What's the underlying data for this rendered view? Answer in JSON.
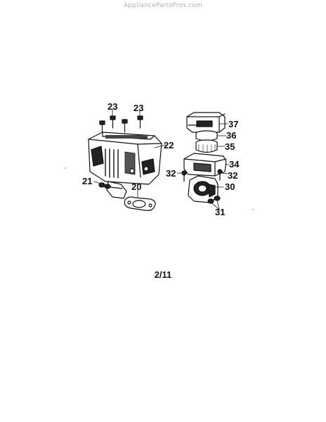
{
  "watermark": "AppliancePartsPros.com",
  "page_number": "2/11",
  "callouts": {
    "c23a": "23",
    "c23b": "23",
    "c22": "22",
    "c21": "21",
    "c20": "20",
    "c37": "37",
    "c36": "36",
    "c35": "35",
    "c34": "34",
    "c32a": "32",
    "c32b": "32",
    "c30": "30",
    "c31": "31"
  }
}
